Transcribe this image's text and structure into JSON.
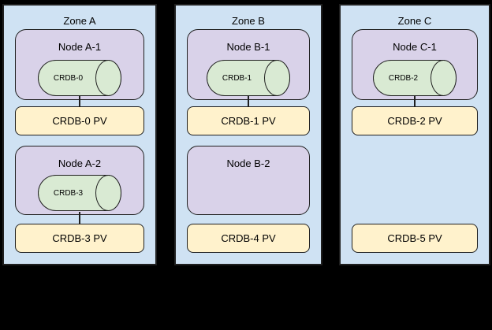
{
  "colors": {
    "background": "#000000",
    "zone_fill": "#cfe2f3",
    "node_fill": "#d9d2e9",
    "pod_fill": "#d9ead3",
    "pv_fill": "#fff2cc",
    "border": "#1f1f1f",
    "text": "#000000"
  },
  "diagram": {
    "type": "kubernetes-topology-diagram",
    "zones": [
      {
        "label": "Zone A",
        "rows": [
          {
            "node_label": "Node A-1",
            "pod_label": "CRDB-0",
            "pv_label": "CRDB-0 PV",
            "pod_connected_to_pv": true
          },
          {
            "node_label": "Node A-2",
            "pod_label": "CRDB-3",
            "pv_label": "CRDB-3 PV",
            "pod_connected_to_pv": true
          }
        ]
      },
      {
        "label": "Zone B",
        "rows": [
          {
            "node_label": "Node B-1",
            "pod_label": "CRDB-1",
            "pv_label": "CRDB-1 PV",
            "pod_connected_to_pv": true
          },
          {
            "node_label": "Node B-2",
            "pod_label": null,
            "pv_label": "CRDB-4 PV",
            "pod_connected_to_pv": false
          }
        ]
      },
      {
        "label": "Zone C",
        "rows": [
          {
            "node_label": "Node C-1",
            "pod_label": "CRDB-2",
            "pv_label": "CRDB-2 PV",
            "pod_connected_to_pv": true
          },
          {
            "node_label": null,
            "pod_label": null,
            "pv_label": "CRDB-5 PV",
            "pod_connected_to_pv": false
          }
        ]
      }
    ]
  }
}
